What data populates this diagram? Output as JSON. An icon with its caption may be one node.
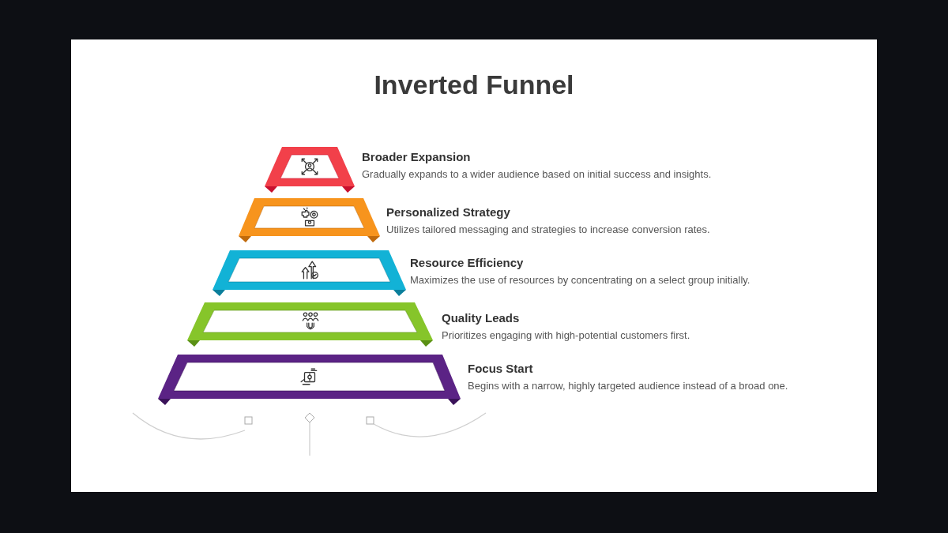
{
  "diagram": {
    "title": "Inverted Funnel",
    "nodes": [
      {
        "text": [
          "Broader Expansion",
          "Gradually expands to a wider audience based on initial success and insights."
        ]
      },
      {
        "text": [
          "Personalized Strategy",
          "Utilizes tailored messaging and strategies to increase conversion rates."
        ]
      },
      {
        "text": [
          "Resource Efficiency",
          "Maximizes the use of resources by concentrating on a select group initially."
        ]
      },
      {
        "text": [
          "Quality Leads",
          "Prioritizes engaging with high-potential customers first."
        ]
      },
      {
        "text": [
          "Focus Start",
          "Begins with a narrow, highly targeted audience instead of a broad one."
        ]
      }
    ],
    "edges": []
  }
}
